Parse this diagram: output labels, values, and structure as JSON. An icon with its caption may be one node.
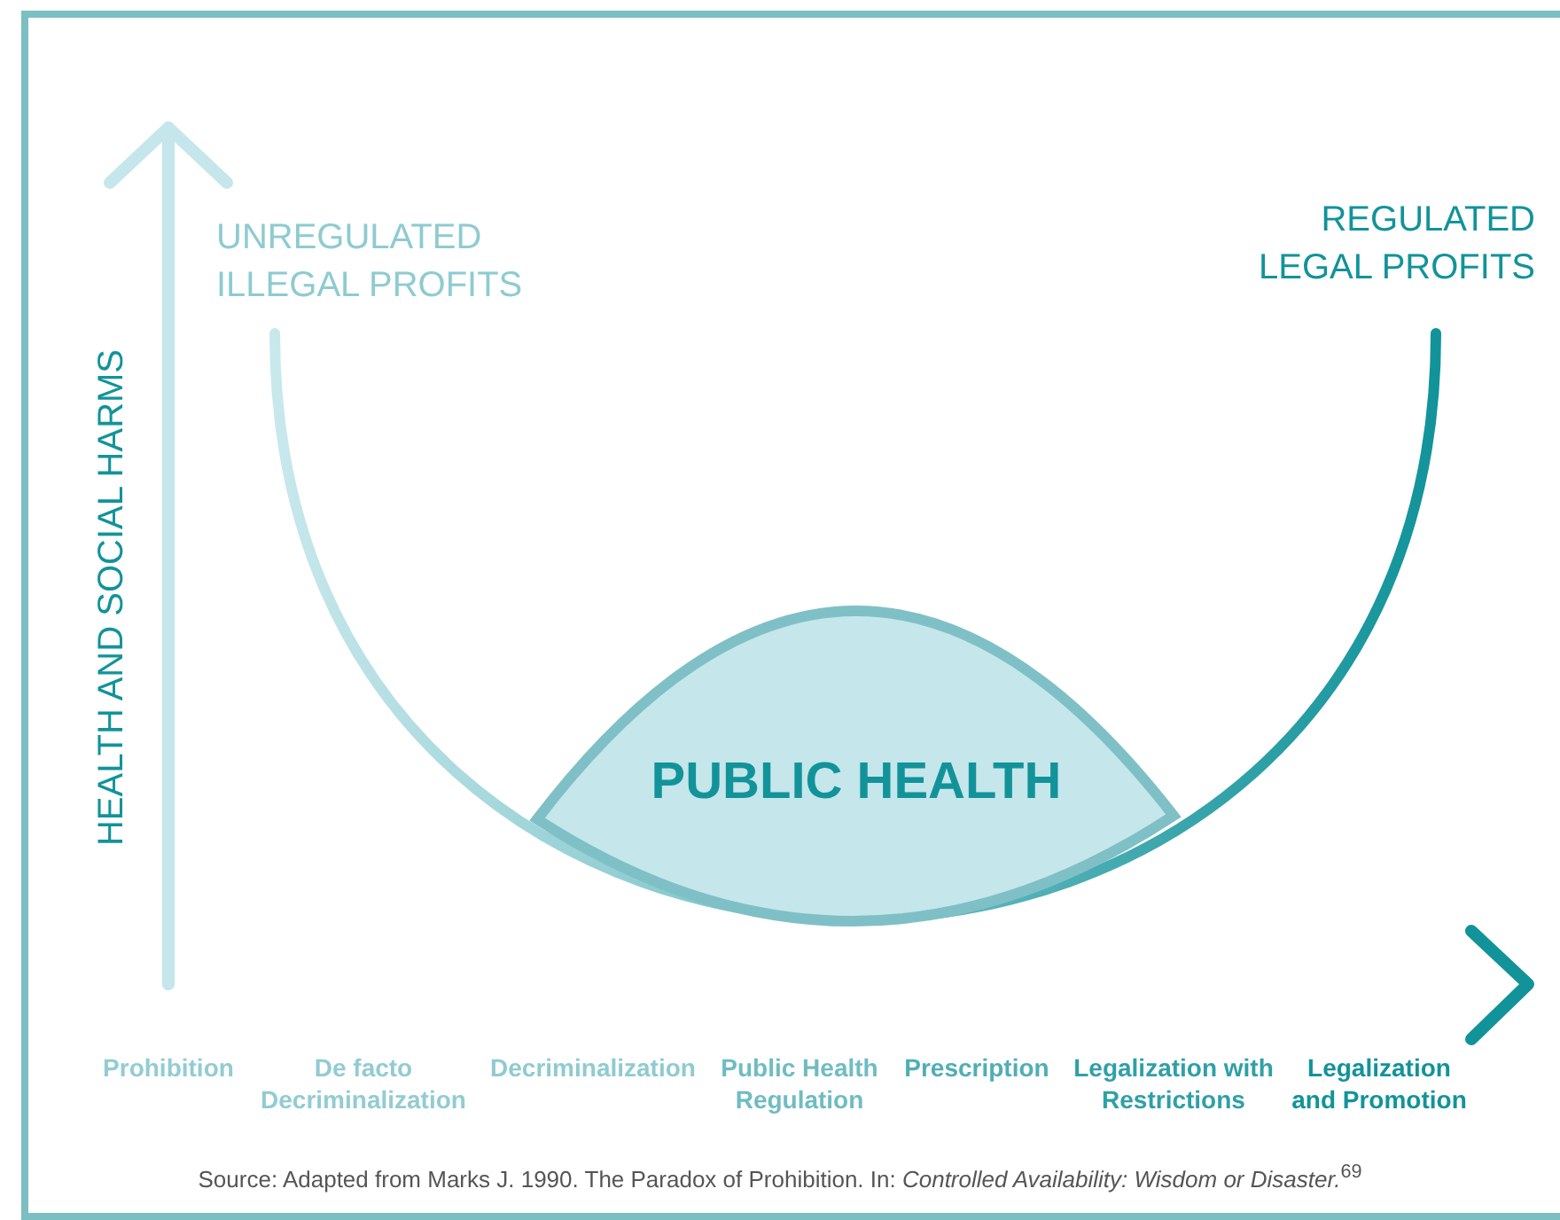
{
  "diagram": {
    "caption": "Source: Adapted from Marks J. 1990. The Paradox of Prohibition. In: *Controlled Availability: Wisdom or Disaster.*$^{69}$",
    "nodes": [
      {
        "text": [
          "PUBLIC HEALTH"
        ]
      }
    ],
    "labels": [
      "UNREGULATED ILLEGAL PROFITS",
      "REGULATED LEGAL PROFITS",
      "HEALTH AND SOCIAL HARMS",
      "Prohibition",
      "De facto Decriminalization",
      "Decriminalization",
      "Public Health Regulation",
      "Prescription",
      "Legalization with Restrictions",
      "Legalization and Promotion"
    ]
  }
}
